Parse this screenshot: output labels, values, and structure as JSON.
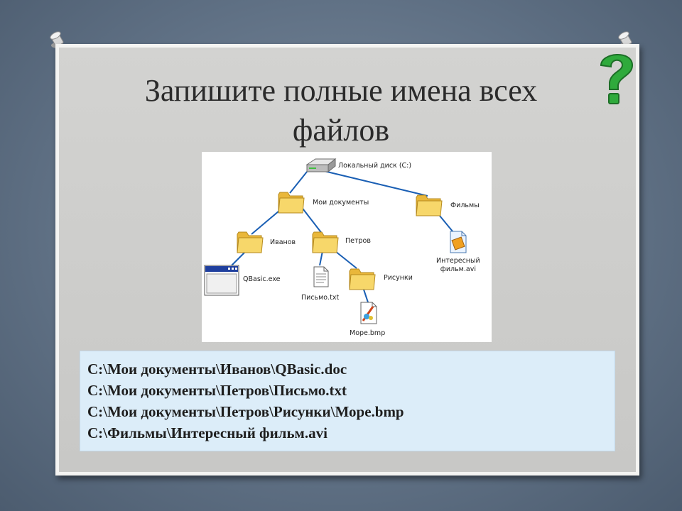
{
  "slide": {
    "title_line1": "Запишите полные имена всех",
    "title_line2": "файлов"
  },
  "tree": {
    "disk": "Локальный диск (C:)",
    "my_documents": "Мои документы",
    "films": "Фильмы",
    "ivanov": "Иванов",
    "petrov": "Петров",
    "qbasic": "QBasic.exe",
    "letter": "Письмо.txt",
    "pictures": "Рисунки",
    "sea": "Море.bmp",
    "film_line1": "Интересный",
    "film_line2": "фильм.avi"
  },
  "answers": [
    "C:\\Мои документы\\Иванов\\QBasic.doc",
    "C:\\Мои документы\\Петров\\Письмо.txt",
    "C:\\Мои документы\\Петров\\Рисунки\\Море.bmp",
    "C:\\Фильмы\\Интересный фильм.avi"
  ],
  "colors": {
    "background": "#6b7b8e",
    "board": "#cfcfcd",
    "answer_box": "#dcedf9",
    "question_mark": "#2faa3c",
    "folder": "#f5cf57"
  },
  "icons": [
    "pushpin-icon",
    "question-mark-icon",
    "disk-drive-icon",
    "folder-icon",
    "application-window-icon",
    "text-file-icon",
    "image-file-icon",
    "video-file-icon"
  ]
}
